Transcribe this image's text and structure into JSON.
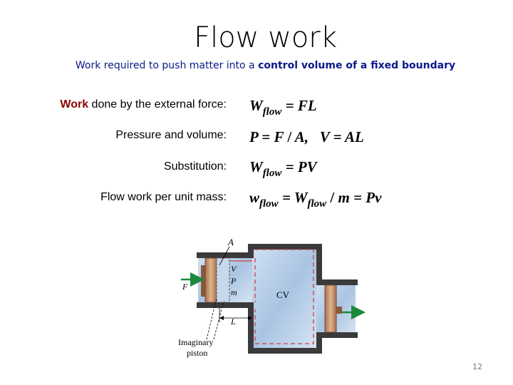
{
  "title": "Flow work",
  "subtitle": {
    "before": "Work required to push matter into a ",
    "highlight": "control volume of a fixed boundary"
  },
  "rows": [
    {
      "label_strong": "Work",
      "label_rest": " done by the external force:",
      "equation": "W_flow = FL"
    },
    {
      "label": "Pressure and volume:",
      "equation": "P = F / A,  V = AL"
    },
    {
      "label": "Substitution:",
      "equation": "W_flow = PV"
    },
    {
      "label": "Flow work per unit mass:",
      "equation": "w_flow = W_flow / m = Pv"
    }
  ],
  "diagram": {
    "label_A": "A",
    "label_V": "V",
    "label_P": "P",
    "label_m": "m",
    "label_F": "F",
    "label_L": "L",
    "label_CV": "CV",
    "label_piston_1": "Imaginary",
    "label_piston_2": "piston"
  },
  "page_number": "12",
  "colors": {
    "subtitle": "#0a1a8a",
    "emphasis": "#8b0000",
    "wall": "#3a3a3a",
    "cv_fill": "#b9cfe6",
    "piston": "#c4916a",
    "arrow": "#1a8a3a",
    "boundary": "#d04040"
  }
}
